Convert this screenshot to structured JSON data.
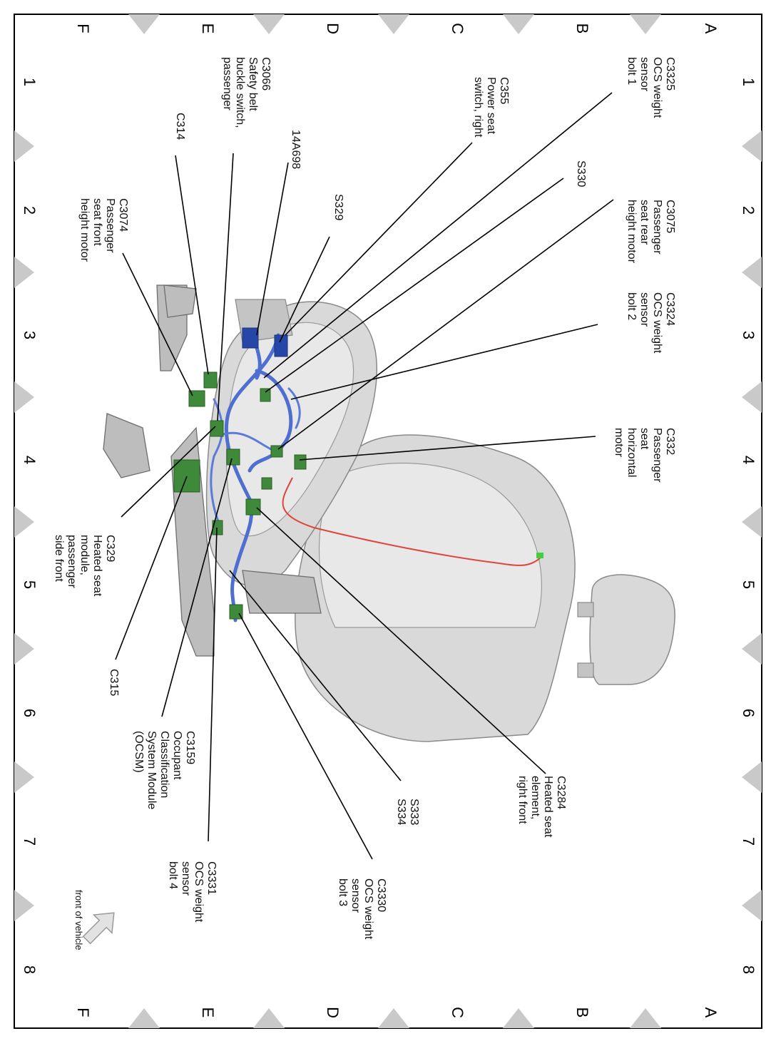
{
  "grid": {
    "rows": [
      "A",
      "B",
      "C",
      "D",
      "E",
      "F"
    ],
    "columns": [
      "1",
      "2",
      "3",
      "4",
      "5",
      "6",
      "7",
      "8"
    ]
  },
  "callouts": [
    {
      "id": "c3325",
      "lines": [
        "C3325",
        "OCS weight",
        "sensor",
        "bolt 1"
      ]
    },
    {
      "id": "c355",
      "lines": [
        "C355",
        "Power seat",
        "switch, right"
      ]
    },
    {
      "id": "c3066",
      "lines": [
        "C3066",
        "Safety belt",
        "buckle switch,",
        "passenger"
      ]
    },
    {
      "id": "c314",
      "lines": [
        "C314"
      ]
    },
    {
      "id": "s330",
      "lines": [
        "S330"
      ]
    },
    {
      "id": "14a698",
      "lines": [
        "14A698"
      ]
    },
    {
      "id": "c3075",
      "lines": [
        "C3075",
        "Passenger",
        "seat rear",
        "height motor"
      ]
    },
    {
      "id": "s329",
      "lines": [
        "S329"
      ]
    },
    {
      "id": "c3074",
      "lines": [
        "C3074",
        "Passenger",
        "seat front",
        "height motor"
      ]
    },
    {
      "id": "c3324",
      "lines": [
        "C3324",
        "OCS weight",
        "sensor",
        "bolt 2"
      ]
    },
    {
      "id": "c332",
      "lines": [
        "C332",
        "Passenger",
        "seat",
        "horizontal",
        "motor"
      ]
    },
    {
      "id": "c329",
      "lines": [
        "C329",
        "Heated seat",
        "module,",
        "passenger",
        "side front"
      ]
    },
    {
      "id": "c315",
      "lines": [
        "C315"
      ]
    },
    {
      "id": "c3159",
      "lines": [
        "C3159",
        "Occupant",
        "Classification",
        "System Module",
        "(OCSM)"
      ]
    },
    {
      "id": "c3284",
      "lines": [
        "C3284",
        "Heated seat",
        "element,",
        "right front"
      ]
    },
    {
      "id": "s333",
      "lines": [
        "S333",
        "S334"
      ]
    },
    {
      "id": "c3331",
      "lines": [
        "C3331",
        "OCS weight",
        "sensor",
        "bolt 4"
      ]
    },
    {
      "id": "c3330",
      "lines": [
        "C3330",
        "OCS weight",
        "sensor",
        "bolt 3"
      ]
    }
  ],
  "front_label": "front of vehicle",
  "colors": {
    "harness": "#4f6fd0",
    "connector": "#3f8a3a",
    "heater_wire": "#e0443c",
    "grid_marker": "#c9c9c9"
  }
}
